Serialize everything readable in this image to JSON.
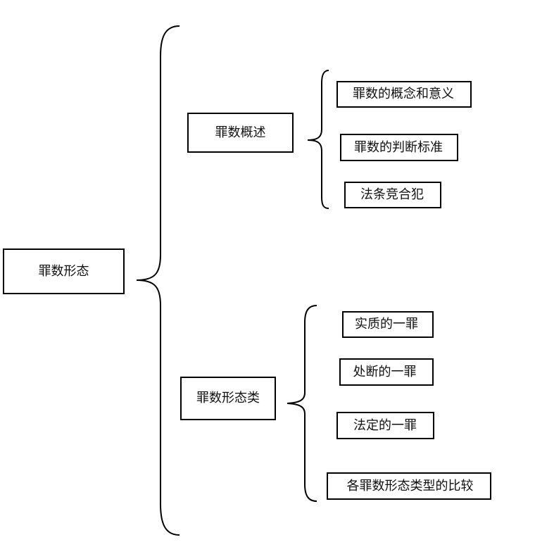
{
  "diagram": {
    "root": {
      "label": "罪数形态"
    },
    "branches": [
      {
        "label": "罪数概述",
        "children": [
          "罪数的概念和意义",
          "罪数的判断标准",
          "法条竞合犯"
        ]
      },
      {
        "label": "罪数形态类",
        "children": [
          "实质的一罪",
          "处断的一罪",
          "法定的一罪",
          "各罪数形态类型的比较"
        ]
      }
    ]
  },
  "colors": {
    "line": "#000000",
    "background": "#ffffff",
    "text": "#111111"
  }
}
